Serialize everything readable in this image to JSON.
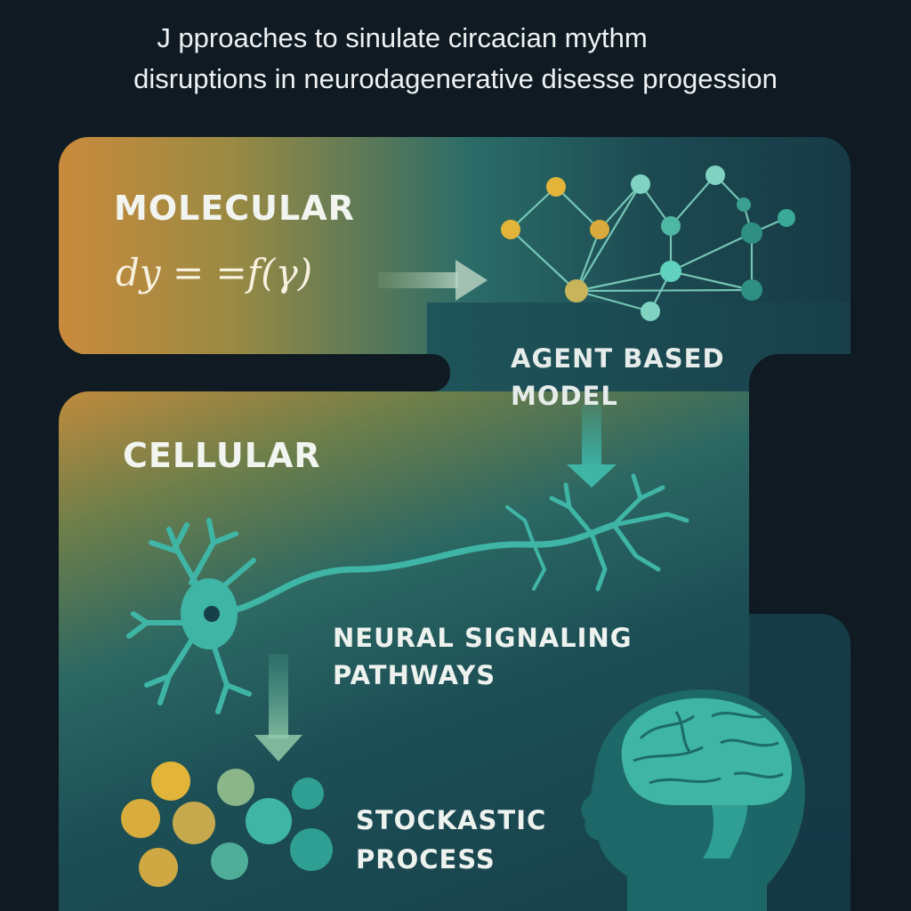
{
  "title": {
    "line1": "J pproaches to sinulate circacian mythm",
    "line2": "disruptions in neurodagenerative disesse progession"
  },
  "sections": {
    "molecular": "MOLECULAR",
    "cellular": "CELLULAR"
  },
  "equation": "dy = =f(γ)",
  "agent_model": {
    "line1": "AGENT BASED",
    "line2": "MODEL"
  },
  "neural": {
    "line1": "NEURAL SIGNALING",
    "line2": "PATHWAYS"
  },
  "stochastic": {
    "line1": "STOCKASTIC",
    "line2": "PROCESS"
  },
  "colors": {
    "background": "#0f1a22",
    "orange": "#c98a3c",
    "teal": "#3fb5a6",
    "yellow": "#e2b53a",
    "node_teal": "#5fd1bd"
  },
  "icons": [
    "network-graph-icon",
    "neuron-icon",
    "brain-head-icon",
    "circle-cluster-icon",
    "arrow-icon"
  ]
}
